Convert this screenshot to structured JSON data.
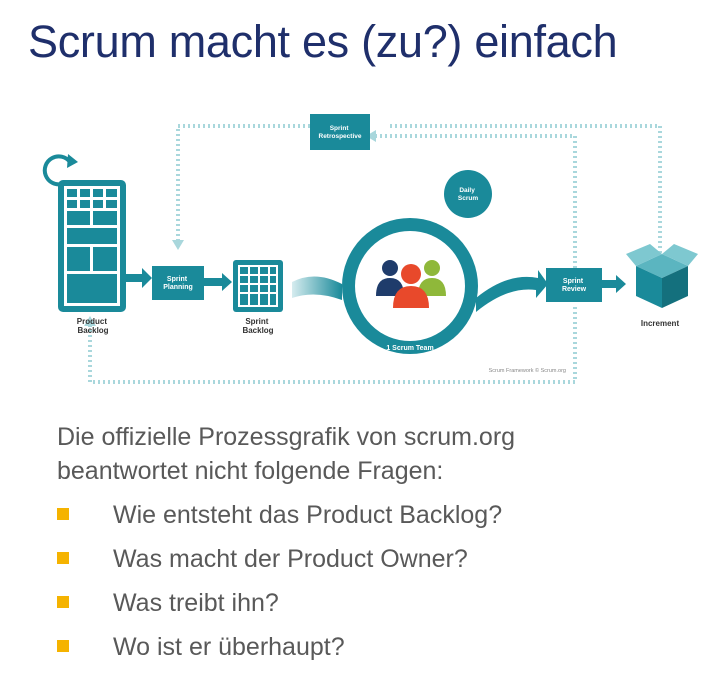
{
  "title": "Scrum macht es (zu?) einfach",
  "diagram": {
    "nodes": {
      "product_backlog": [
        "Product",
        "Backlog"
      ],
      "sprint_planning": [
        "Sprint",
        "Planning"
      ],
      "sprint_backlog": [
        "Sprint",
        "Backlog"
      ],
      "sprint_retrospective": [
        "Sprint",
        "Retrospective"
      ],
      "daily_scrum": [
        "Daily",
        "Scrum"
      ],
      "scrum_team": "1 Scrum Team",
      "sprint_review": [
        "Sprint",
        "Review"
      ],
      "increment": "Increment"
    },
    "credit": "Scrum Framework © Scrum.org",
    "colors": {
      "teal": "#1a8a9a",
      "light_teal": "#a9d7dc",
      "orange": "#e8492b",
      "green": "#8fb83a",
      "navy": "#1f3c6b"
    }
  },
  "intro": {
    "line1": "Die offizielle Prozessgrafik von scrum.org",
    "line2": "beantwortet nicht folgende Fragen:"
  },
  "questions": [
    "Wie entsteht das Product Backlog?",
    "Was macht der Product Owner?",
    "Was treibt ihn?",
    "Wo ist er überhaupt?"
  ]
}
